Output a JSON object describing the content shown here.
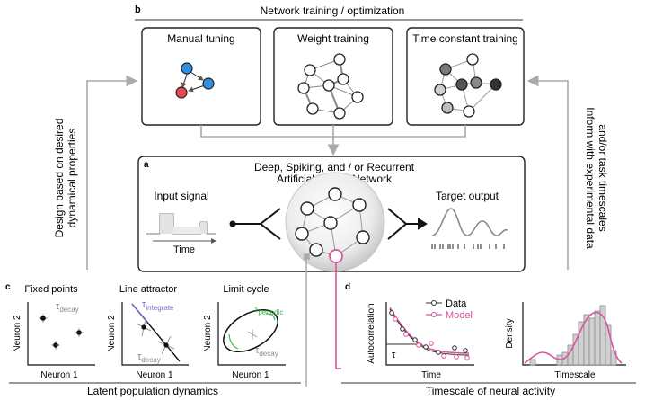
{
  "panels": {
    "b": {
      "letter": "b",
      "title": "Network training / optimization",
      "boxes": [
        {
          "title": "Manual tuning"
        },
        {
          "title": "Weight training"
        },
        {
          "title": "Time constant training"
        }
      ]
    },
    "a": {
      "letter": "a",
      "title_line1": "Deep, Spiking, and / or Recurrent",
      "title_line2": "Artificial Neural Network",
      "input_label": "Input signal",
      "time_label": "Time",
      "output_label": "Target output"
    },
    "c": {
      "letter": "c",
      "section_label": "Latent population dynamics",
      "plots": [
        {
          "title": "Fixed points",
          "ylabel": "Neuron 2",
          "xlabel": "Neuron 1",
          "tau": "τ",
          "tau_sub": "decay"
        },
        {
          "title": "Line attractor",
          "ylabel": "Neuron 2",
          "xlabel": "Neuron 1",
          "tau1": "τ",
          "tau1_sub": "integrate",
          "tau2": "τ",
          "tau2_sub": "decay"
        },
        {
          "title": "Limit cycle",
          "ylabel": "Neuron 2",
          "xlabel": "Neuron 1",
          "tau1": "τ",
          "tau1_sub": "periodic",
          "tau2": "τ",
          "tau2_sub": "decay"
        }
      ]
    },
    "d": {
      "letter": "d",
      "section_label": "Timescale of neural activity",
      "autocorr": {
        "ylabel": "Autocorrelation",
        "xlabel": "Time",
        "tau": "τ",
        "legend_data": "Data",
        "legend_model": "Model"
      },
      "hist": {
        "ylabel": "Density",
        "xlabel": "Timescale"
      }
    }
  },
  "side_labels": {
    "left_line1": "Design based on desired",
    "left_line2": "dynamical properties",
    "right_line1": "Inform with experimental data",
    "right_line2": "and/or task timescales"
  },
  "colors": {
    "node_blue": "#2f8fe0",
    "node_red": "#e8474f",
    "tau_integrate": "#7b6fd6",
    "tau_periodic": "#3db84a",
    "model_pink": "#d9559c",
    "connector_gray": "#aaaaaa"
  }
}
